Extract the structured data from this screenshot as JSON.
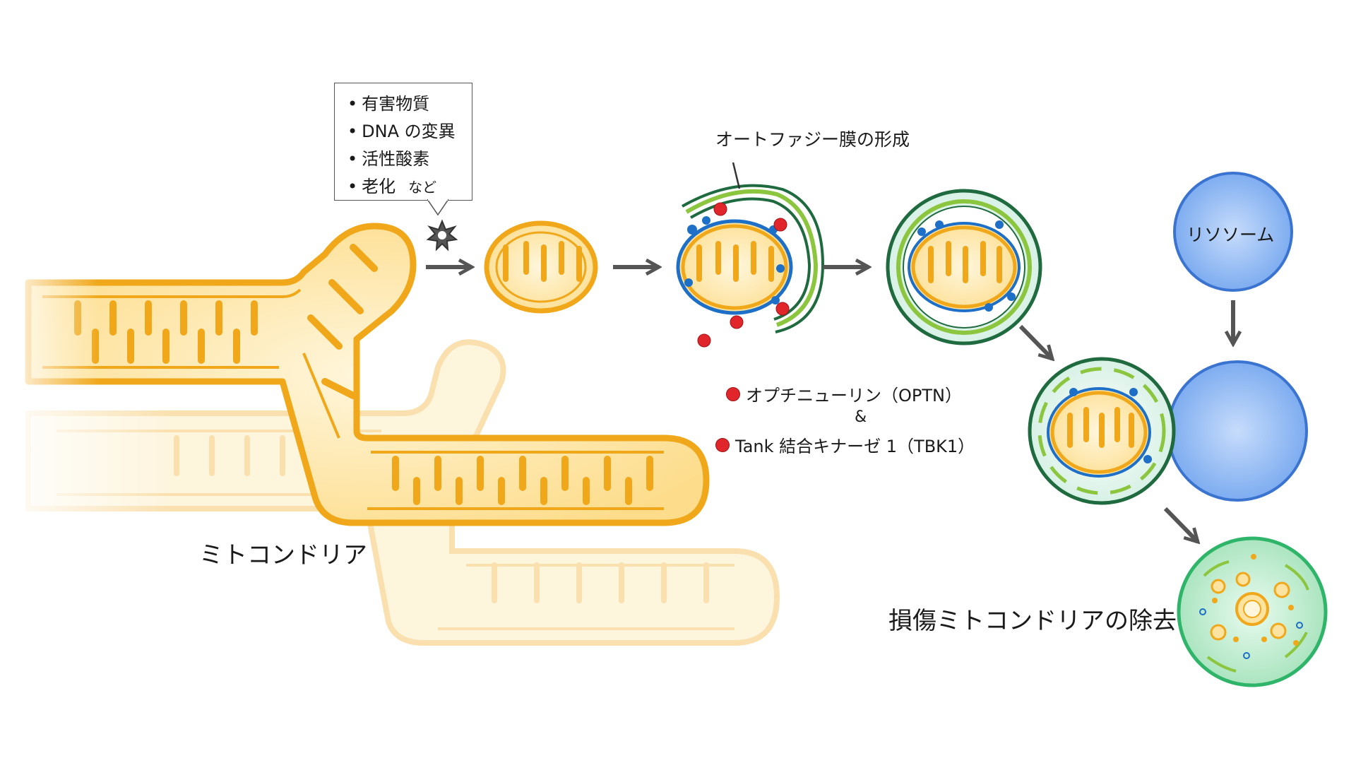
{
  "labels": {
    "mitochondria": "ミトコンドリア",
    "autophagy_membrane": "オートファジー膜の形成",
    "lysosome": "リソソーム",
    "removal": "損傷ミトコンドリアの除去"
  },
  "stress_box": {
    "items": [
      "有害物質",
      "DNA の変異",
      "活性酸素",
      "老化"
    ],
    "suffix": "など"
  },
  "receptors": {
    "optn": "オプチニューリン（OPTN）",
    "ampersand": "&",
    "tbk1": "Tank 結合キナーゼ 1（TBK1）"
  },
  "colors": {
    "mito_outline": "#f0a81a",
    "mito_fill": "#fde3a0",
    "membrane_dark": "#1f6b3f",
    "membrane_light": "#8cc63f",
    "lysosome": "#5b96e8",
    "lysosome_outline": "#3a74d0",
    "red_dot": "#e0262b",
    "blue_dot": "#1d6fc7",
    "arrow": "#555555",
    "final_vesicle": "#b9ecc9"
  }
}
